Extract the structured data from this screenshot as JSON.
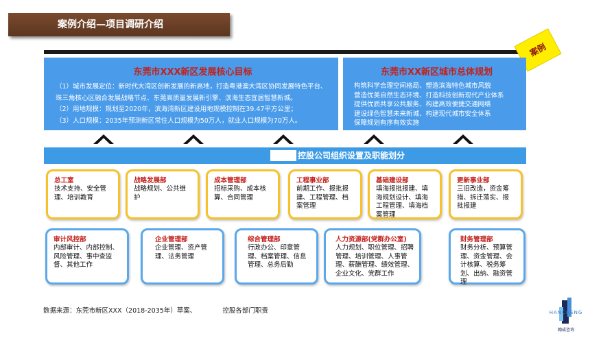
{
  "header": {
    "title": "案例介绍—项目调研介绍",
    "tag": "案例"
  },
  "left_panel": {
    "title": "东莞市XXX新区发展核心目标",
    "lines": [
      "（1）城市发展定位：新时代大湾区创新发展的新高地，打造粤港澳大湾区协同发展特色平台、",
      "珠三角核心区融合发展战略节点、东莞高质量发展新引擎、滨海生态宜居智慧新城。",
      "（2）用地规模：规划至2020年，滨海湾新区建设用地规模控制在39.47平方公里；",
      "（3）人口规模：2035年预测新区常住人口规模为50万人，就业人口规模为70万人。"
    ]
  },
  "right_panel": {
    "title": "东莞市XX新区城市总体规划",
    "lines": [
      "构筑科学合理空间格局、塑造滨海特色城市风貌",
      "营造优美自然生态环境、打造科技创新现代产业体系",
      "提供优质共享公共服务、构建高效便捷交通网络",
      "建设绿色智慧未来新城、构建现代城市安全体系",
      "保障规划有序有效实施"
    ]
  },
  "band": {
    "label": "控股公司组织设置及职能划分"
  },
  "departments_row1": [
    {
      "title": "总工室",
      "body": "技术支持、安全管理、培训教育"
    },
    {
      "title": "战略发展部",
      "body": "战略规划、公共维护"
    },
    {
      "title": "成本管理部",
      "body": "招标采购、成本核算、合同管理"
    },
    {
      "title": "工程事业部",
      "body": "前期工作、报批报建、工程管理、档案管理"
    },
    {
      "title": "基础建设部",
      "body": "填海报批报建、填海规划设计、填海工程管理、填海档案管理"
    },
    {
      "title": "更新事业部",
      "body": "三旧改造，资金筹措、拆迁落实、报批报建"
    }
  ],
  "departments_row2": [
    {
      "title": "审计风控部",
      "body": "内部审计、内部控制、风险管理、事中查监督、其他工作"
    },
    {
      "title": "企业管理部",
      "body": "企业管理、资产管理、法务管理"
    },
    {
      "title": "综合管理部",
      "body": "行政办公、印章管理、档案管理、信息管理、总务后勤"
    },
    {
      "title": "人力资源部(党群办公室)",
      "body": "人力规划、职位管理、招聘管理、培训管理、人事管理、薪酬管理、绩效管理、企业文化、党群工作"
    },
    {
      "title": "财务管理部",
      "body": "财务分析、预算管理、资金管理、会计核算、税务筹划、出纳、融资管理"
    }
  ],
  "footer": {
    "source_a": "数据来源：东莞市新区XXX（2018-2035年）草案、",
    "source_b": "控股各部门职责"
  },
  "logo": {
    "text": "HANCHENG",
    "cn": "翰成咨询"
  },
  "colors": {
    "title_bar": "#6b3f26",
    "panel_blue": "#4a9bea",
    "band_blue": "#3d9be6",
    "red_title": "#c4201a",
    "yellow_border": "#f6c12b",
    "blue_border": "#5aa8ea"
  }
}
